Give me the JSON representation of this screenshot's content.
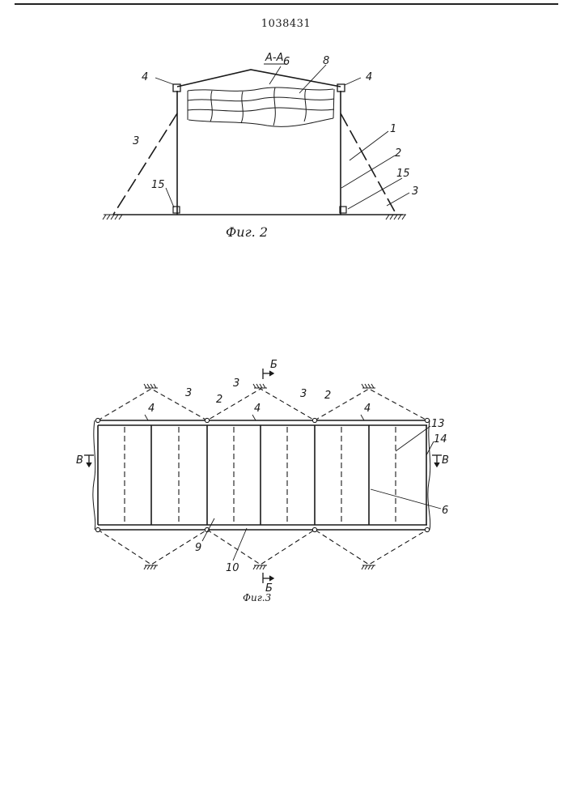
{
  "document": {
    "patent_number": "1038431"
  },
  "fig2": {
    "section_label": "А-А",
    "caption": "Фиг. 2",
    "labels": {
      "l1": "1",
      "l2": "2",
      "l3_left": "3",
      "l3_right": "3",
      "l4_left": "4",
      "l4_right": "4",
      "l6": "6",
      "l8": "8",
      "l15_left": "15",
      "l15_right": "15"
    }
  },
  "fig3": {
    "caption": "Фиг.3",
    "labels": {
      "l2_a": "2",
      "l2_b": "2",
      "l3_a": "3",
      "l3_b": "3",
      "l3_c": "3",
      "l4_a": "4",
      "l4_b": "4",
      "l4_c": "4",
      "l6": "6",
      "l9": "9",
      "l10": "10",
      "l13": "13",
      "l14": "14",
      "b_top": "Б",
      "b_bottom": "Б",
      "v_left": "В",
      "v_right": "В"
    }
  }
}
